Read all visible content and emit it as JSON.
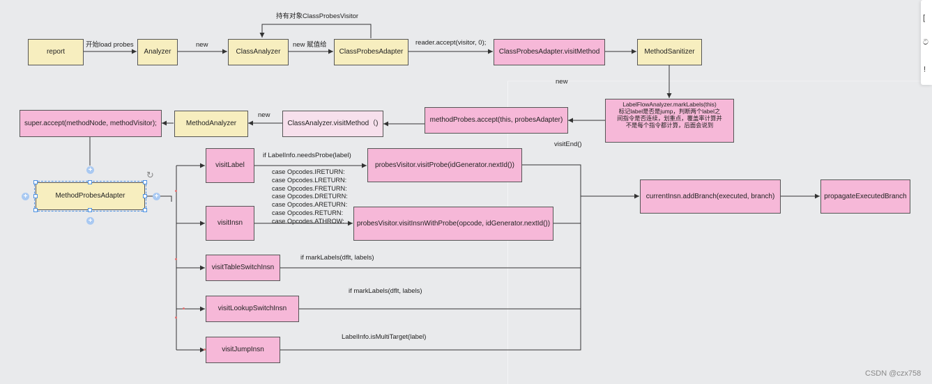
{
  "nodes": {
    "report": "report",
    "analyzer": "Analyzer",
    "class_analyzer": "ClassAnalyzer",
    "class_probes_adapter": "ClassProbesAdapter",
    "cpa_visit_method": "ClassProbesAdapter.visitMethod",
    "method_sanitizer": "MethodSanitizer",
    "label_flow_analyzer": [
      "LabelFlowAnalyzer.markLabels(this)",
      "标记label是否是jump，判断两个label之",
      "间指令是否连续，划重点，覆盖率计算并",
      "不是每个指令都计算，后面会说到"
    ],
    "method_probes_accept": "methodProbes.accept(this, probesAdapter)",
    "ca_visit_method": "ClassAnalyzer.visitMethod（)",
    "method_analyzer": "MethodAnalyzer",
    "super_accept": "super.accept(methodNode, methodVisitor);",
    "method_probes_adapter": "MethodProbesAdapter",
    "visit_label": "visitLabel",
    "probes_visitor_visit_probe": "probesVisitor.visitProbe(idGenerator.nextId())",
    "visit_insn": "visitInsn",
    "probes_visitor_visit_insn": "probesVisitor.visitInsnWithProbe(opcode, idGenerator.nextId())",
    "visit_table_switch": "visitTableSwitchInsn",
    "visit_lookup_switch": "visitLookupSwitchInsn",
    "visit_jump": "visitJumpInsn",
    "current_insn_add_branch": "currentInsn.addBranch(executed, branch)",
    "propagate_executed_branch": "propagateExecutedBranch"
  },
  "edge_labels": {
    "start_load_probes": "开始load probes",
    "new_1": "new",
    "new_assign": "new 赋值给",
    "holds_visitor": "持有对象ClassProbesVisitor",
    "reader_accept": "reader.accept(visitor, 0);",
    "new_2": "new",
    "new_3": "new",
    "visit_end": "visitEnd()",
    "if_needs_probe": "if LabelInfo.needsProbe(label)",
    "cases": [
      "case Opcodes.IRETURN:",
      "case Opcodes.LRETURN:",
      "case Opcodes.FRETURN:",
      "case Opcodes.DRETURN:",
      "case Opcodes.ARETURN:",
      "case Opcodes.RETURN:",
      "case Opcodes.ATHROW:"
    ],
    "if_mark_labels_1": "if markLabels(dflt, labels)",
    "if_mark_labels_2": "if markLabels(dflt, labels)",
    "is_multi_target": "LabelInfo.isMultiTarget(label)"
  },
  "side_panel_glyphs": [
    "[",
    "ට",
    "!"
  ],
  "watermark": "CSDN @czx758",
  "colors": {
    "yellow_fill": "#f7eebf",
    "pink_fill": "#f6b8d8",
    "light_pink_fill": "#f7e0ec",
    "line": "#333333",
    "selection": "#4a90e2"
  }
}
